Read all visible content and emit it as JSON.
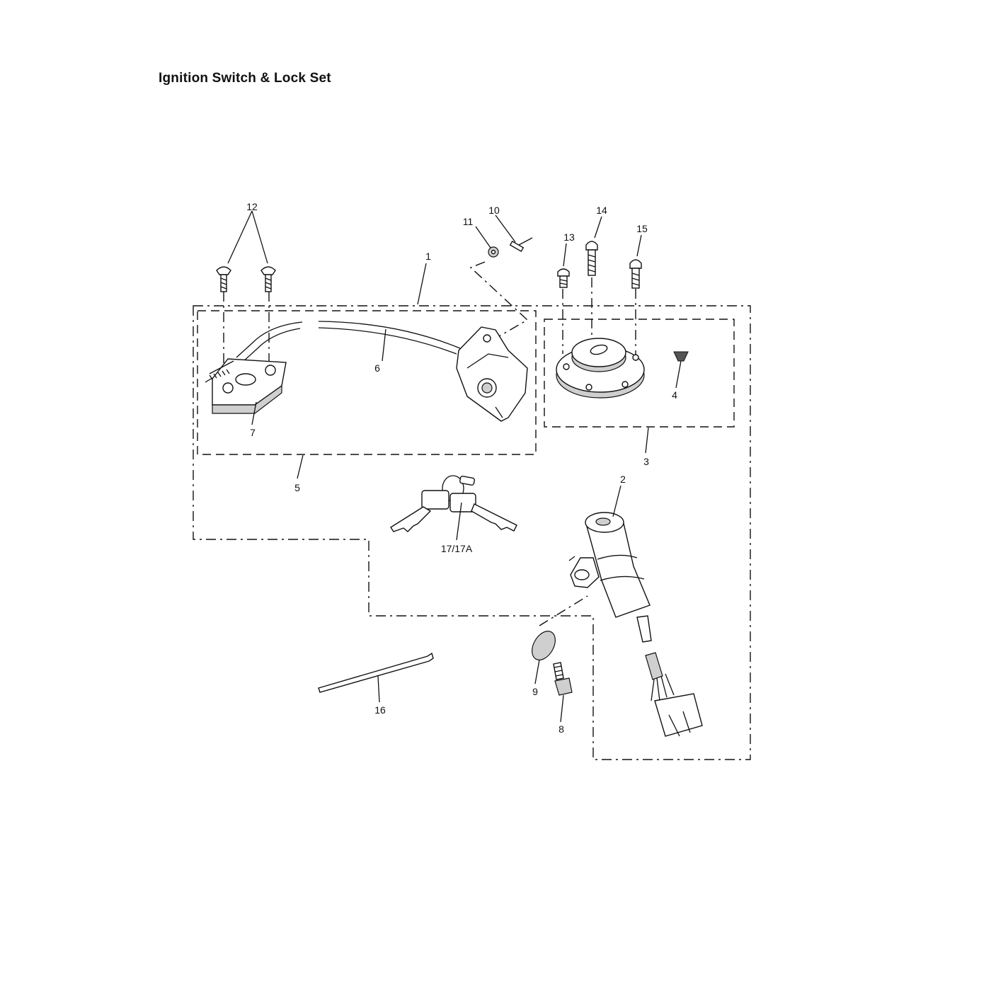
{
  "title": "Ignition Switch & Lock Set",
  "callouts": {
    "c1": "1",
    "c2": "2",
    "c3": "3",
    "c4": "4",
    "c5": "5",
    "c6": "6",
    "c7": "7",
    "c8": "8",
    "c9": "9",
    "c10": "10",
    "c11": "11",
    "c12": "12",
    "c13": "13",
    "c14": "14",
    "c15": "15",
    "c16": "16",
    "c17": "17/17A"
  }
}
